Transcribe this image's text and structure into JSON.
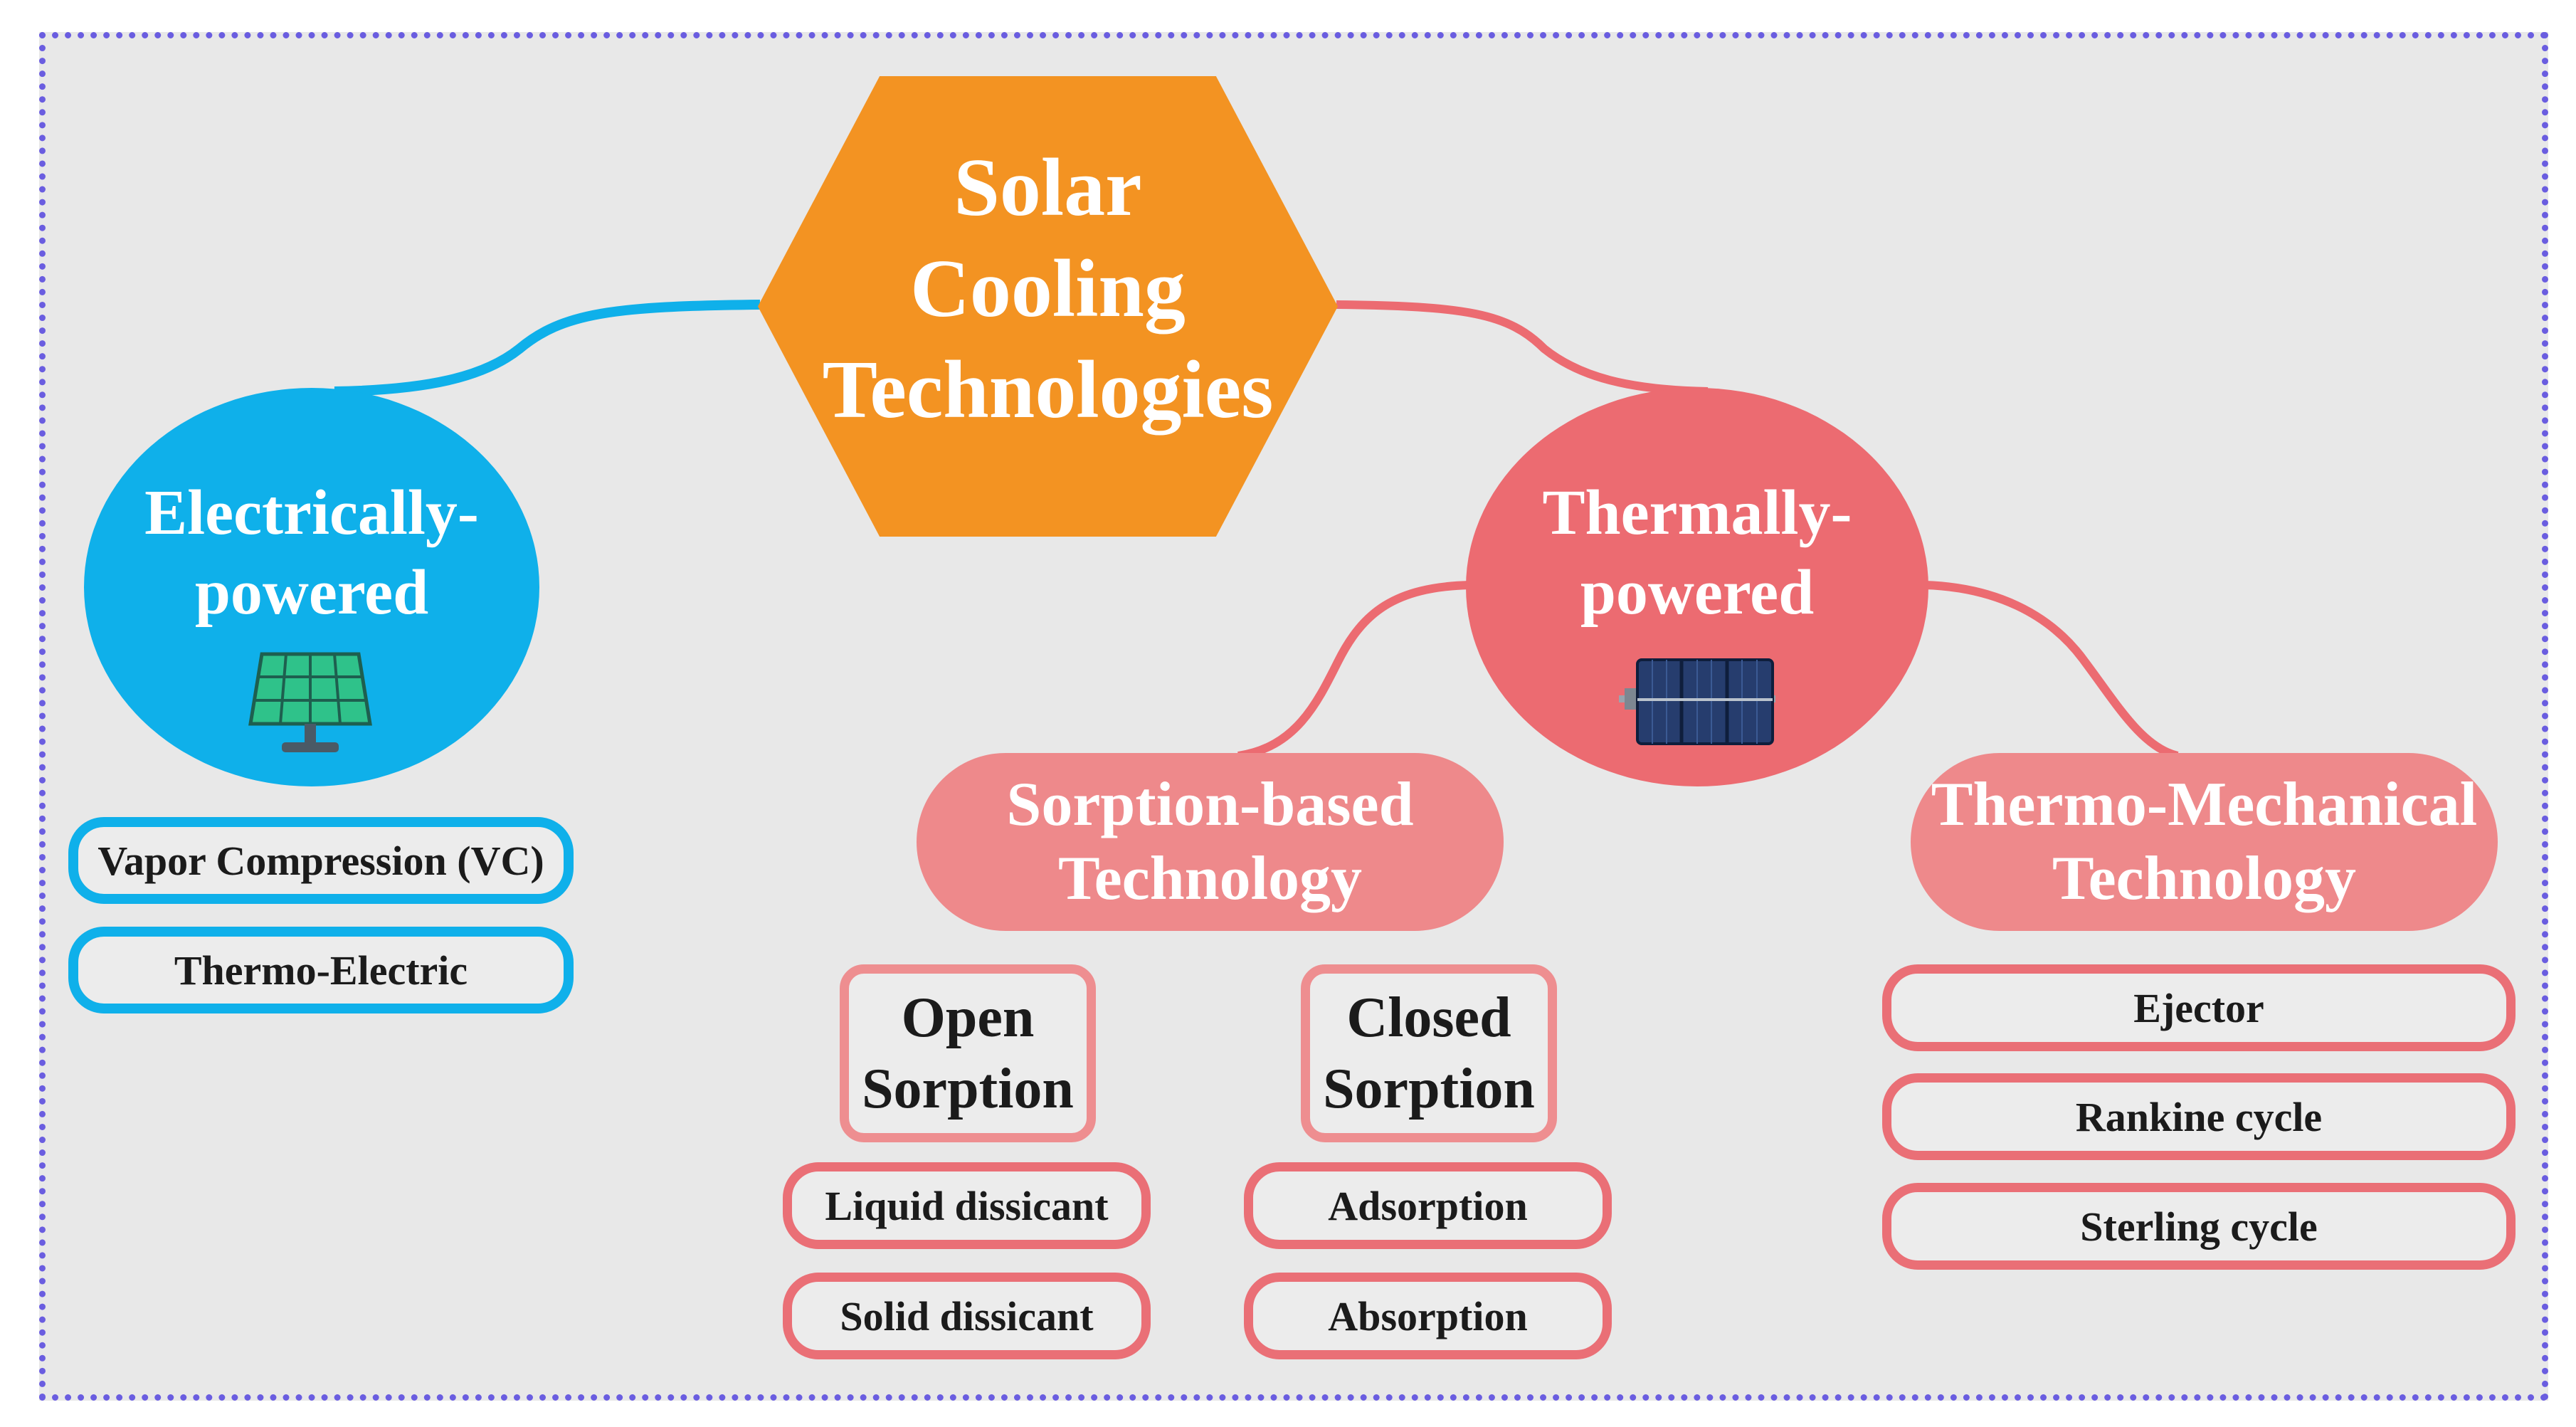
{
  "root": {
    "title_line1": "Solar Cooling",
    "title_line2": "Technologies",
    "color": "#f39322"
  },
  "electric": {
    "title_line1": "Electrically-",
    "title_line2": "powered",
    "icon": "solar-panel-icon",
    "color": "#0fb0ea",
    "items": [
      "Vapor Compression (VC)",
      "Thermo-Electric"
    ]
  },
  "thermal": {
    "title_line1": "Thermally-",
    "title_line2": "powered",
    "icon": "solar-collector-icon",
    "color": "#ec6b71",
    "sorption": {
      "title_line1": "Sorption-based",
      "title_line2": "Technology",
      "open": {
        "line1": "Open",
        "line2": "Sorption",
        "items": [
          "Liquid dissicant",
          "Solid dissicant"
        ]
      },
      "closed": {
        "line1": "Closed",
        "line2": "Sorption",
        "items": [
          "Adsorption",
          "Absorption"
        ]
      }
    },
    "mechanical": {
      "title_line1": "Thermo-Mechanical",
      "title_line2": "Technology",
      "items": [
        "Ejector",
        "Rankine cycle",
        "Sterling cycle"
      ]
    }
  }
}
